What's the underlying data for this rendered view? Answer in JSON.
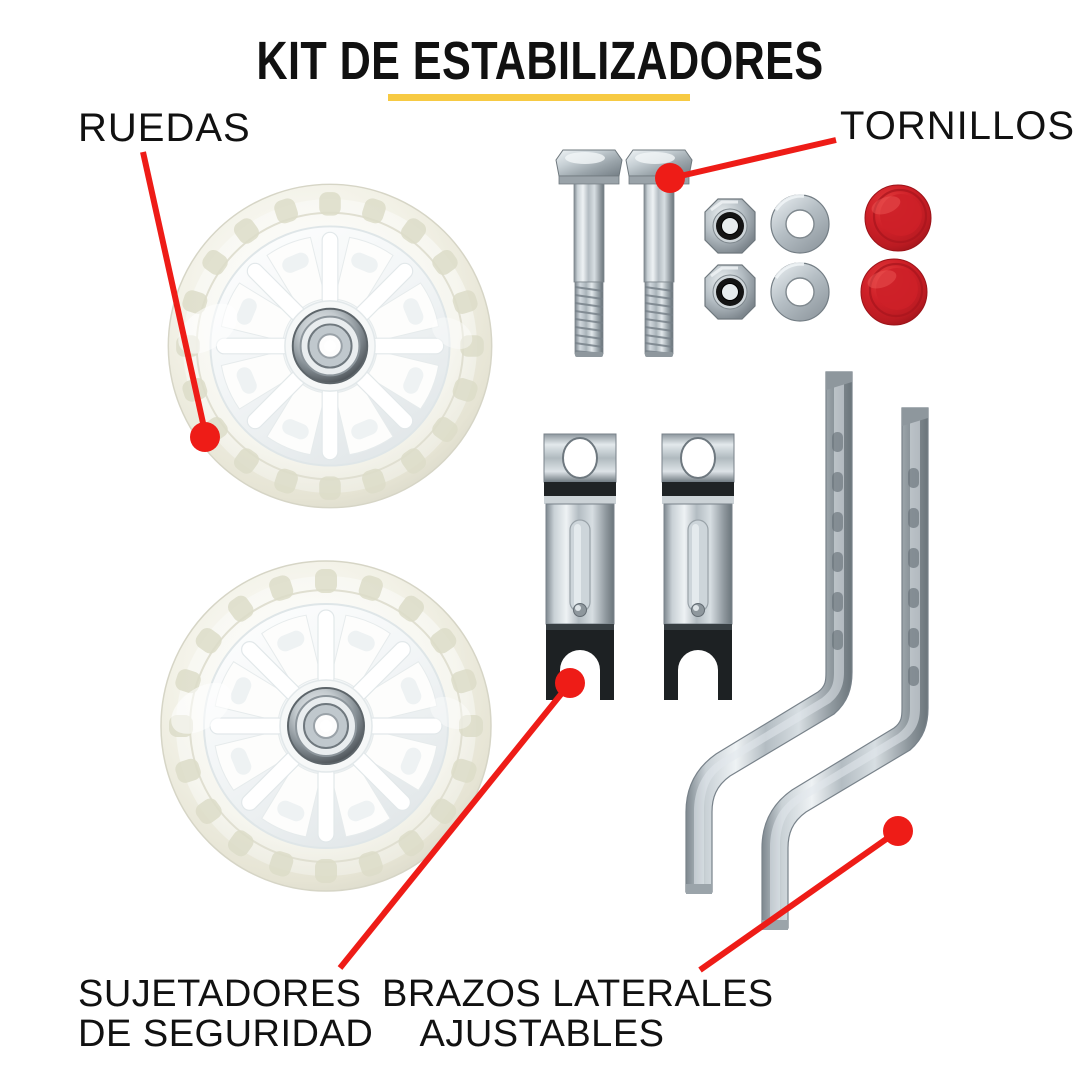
{
  "page": {
    "title": "KIT DE ESTABILIZADORES",
    "background_color": "#ffffff",
    "accent_color": "#f7ca43",
    "callout_color": "#ee1c17",
    "text_color": "#111111"
  },
  "header": {
    "title": "KIT DE ESTABILIZADORES",
    "underline_color": "#f7ca43"
  },
  "callouts": {
    "wheels": {
      "label": "RUEDAS"
    },
    "screws": {
      "label": "TORNILLOS"
    },
    "brackets": {
      "label_line1": "SUJETADORES",
      "label_line2": "DE SEGURIDAD"
    },
    "arms": {
      "label_line1": "BRAZOS LATERALES",
      "label_line2": "AJUSTABLES"
    }
  },
  "parts": {
    "wheels": {
      "name": "ruedas",
      "count": 2,
      "tire_color": "#eceadd",
      "hub_color": "#f4f6f6",
      "bearing_color": "#9aa0a4"
    },
    "bolts": {
      "name": "tornillos",
      "count": 2,
      "metal_color": "#b9c2c7"
    },
    "lock_nuts": {
      "name": "tuercas-autoblocantes",
      "count": 2,
      "metal_color": "#aeb7bc",
      "insert_color": "#1a1a1a"
    },
    "washers": {
      "name": "arandelas",
      "count": 2,
      "metal_color": "#b4bcc1"
    },
    "red_caps": {
      "name": "tapones-rojos",
      "count": 2,
      "color": "#c8212a"
    },
    "brackets": {
      "name": "sujetadores-de-seguridad",
      "count": 2,
      "metal_color": "#b9c1c6",
      "dark_color": "#2a2a2c"
    },
    "arms": {
      "name": "brazos-laterales-ajustables",
      "count": 2,
      "metal_color": "#b3bcc2"
    }
  }
}
